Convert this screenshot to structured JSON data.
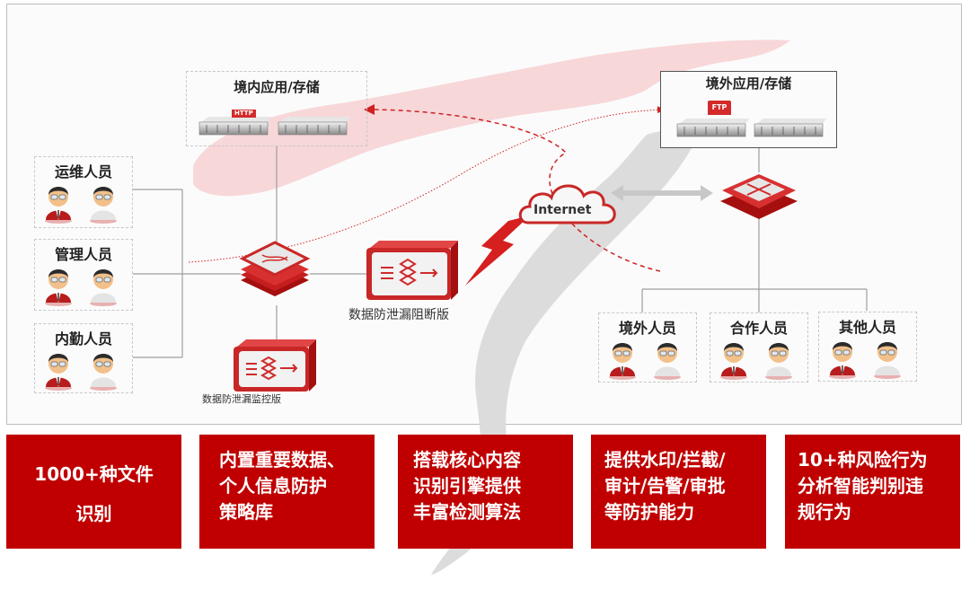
{
  "diagram": {
    "domestic_storage": {
      "title": "境内应用/存储",
      "server_tags": [
        "HTTP"
      ]
    },
    "overseas_storage": {
      "title": "境外应用/存储",
      "server_tags": [
        "FTP"
      ]
    },
    "internal_groups": [
      {
        "label": "运维人员"
      },
      {
        "label": "管理人员"
      },
      {
        "label": "内勤人员"
      }
    ],
    "external_groups": [
      {
        "label": "境外人员"
      },
      {
        "label": "合作人员"
      },
      {
        "label": "其他人员"
      }
    ],
    "cloud": {
      "label": "Internet"
    },
    "devices": {
      "blocking": {
        "label": "数据防泄漏阻断版"
      },
      "monitoring": {
        "label": "数据防泄漏监控版"
      }
    },
    "colors": {
      "brand_red": "#c00000",
      "pink_band": "#f8d7d9",
      "gray_band": "#d9d9d9",
      "line_gray": "#9e9e9e"
    }
  },
  "features": [
    {
      "lines": [
        "1000+种文件",
        "识别"
      ]
    },
    {
      "lines": [
        "内置重要数据、",
        "个人信息防护",
        "策略库"
      ]
    },
    {
      "lines": [
        "搭载核心内容",
        "识别引擎提供",
        "丰富检测算法"
      ]
    },
    {
      "lines": [
        "提供水印/拦截/",
        "审计/告警/审批",
        "等防护能力"
      ]
    },
    {
      "lines": [
        "10+种风险行为",
        "分析智能判别违",
        "规行为"
      ]
    }
  ]
}
